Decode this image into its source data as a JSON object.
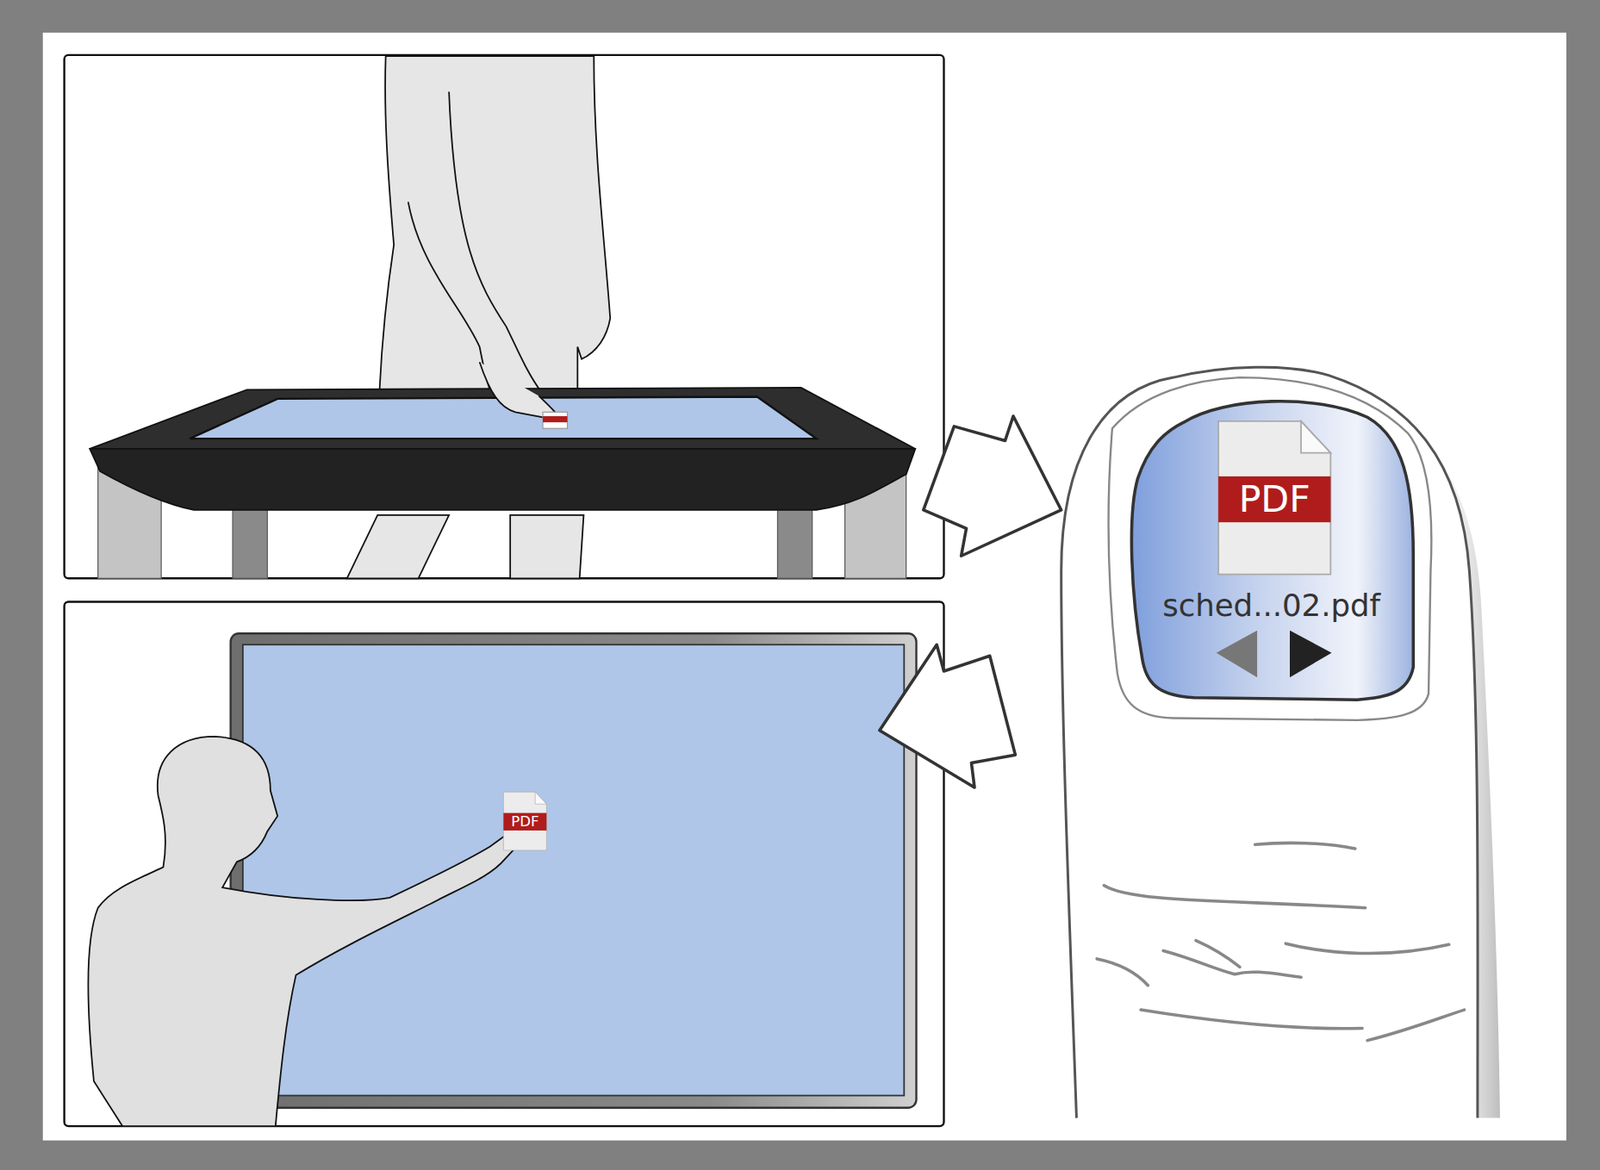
{
  "diagram": {
    "nodes": [
      {
        "text": [
          "sched...02.pdf"
        ]
      },
      {
        "text": [
          "PDF"
        ],
        "in": 0
      },
      {
        "text": [
          "PDF"
        ]
      }
    ]
  }
}
